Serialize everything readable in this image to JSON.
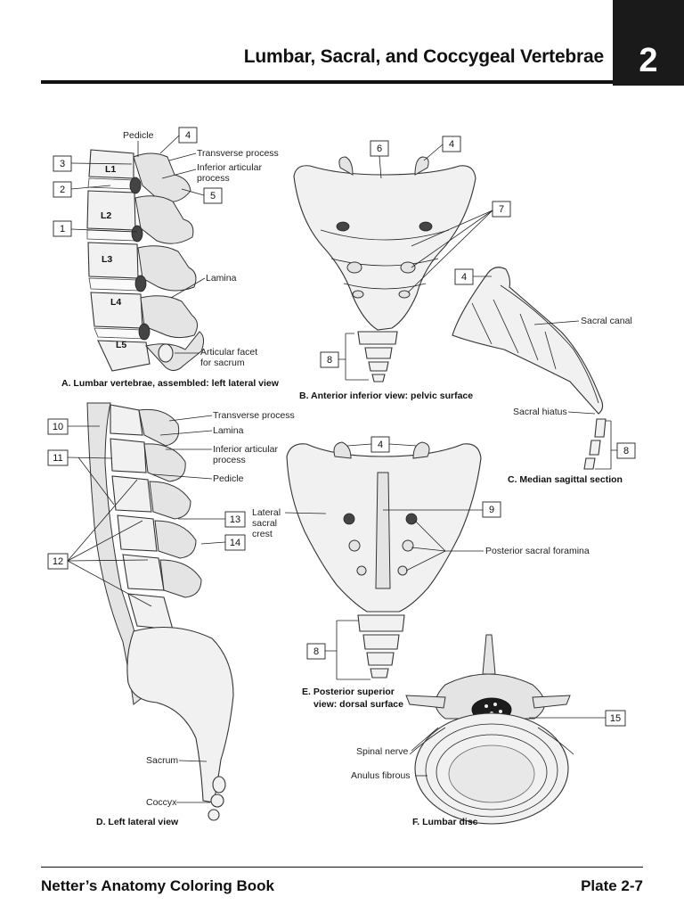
{
  "header": {
    "title": "Lumbar, Sacral, and Coccygeal Vertebrae",
    "chapter": "2"
  },
  "footer": {
    "book": "Netter’s Anatomy Coloring Book",
    "plate": "Plate 2-7"
  },
  "figure_a": {
    "caption": "A. Lumbar vertebrae, assembled: left lateral view",
    "vertebra_labels": [
      "L1",
      "L2",
      "L3",
      "L4",
      "L5"
    ],
    "labels": {
      "pedicle": "Pedicle",
      "transverse_process": "Transverse process",
      "inferior_articular_1": "Inferior articular",
      "inferior_articular_2": "process",
      "lamina": "Lamina",
      "articular_facet_1": "Articular facet",
      "articular_facet_2": "for sacrum"
    },
    "numbers": [
      "4",
      "3",
      "2",
      "5",
      "1"
    ]
  },
  "figure_b": {
    "caption": "B. Anterior inferior view: pelvic surface",
    "numbers": [
      "6",
      "4",
      "7",
      "8"
    ]
  },
  "figure_c": {
    "caption": "C. Median sagittal section",
    "labels": {
      "sacral_canal": "Sacral canal",
      "sacral_hiatus": "Sacral hiatus"
    },
    "numbers": [
      "4",
      "8"
    ]
  },
  "figure_d": {
    "caption": "D. Left lateral view",
    "labels": {
      "transverse_process": "Transverse process",
      "lamina": "Lamina",
      "inferior_articular_1": "Inferior articular",
      "inferior_articular_2": "process",
      "pedicle": "Pedicle",
      "sacrum": "Sacrum",
      "coccyx": "Coccyx"
    },
    "numbers": [
      "10",
      "11",
      "12",
      "13",
      "14"
    ]
  },
  "figure_e": {
    "caption_1": "E. Posterior superior",
    "caption_2": "view: dorsal surface",
    "labels": {
      "lateral_sacral_1": "Lateral",
      "lateral_sacral_2": "sacral",
      "lateral_sacral_3": "crest",
      "posterior_sacral_foramina": "Posterior sacral foramina"
    },
    "numbers": [
      "4",
      "9",
      "8"
    ]
  },
  "figure_f": {
    "caption": "F. Lumbar disc",
    "labels": {
      "spinal_nerve": "Spinal nerve",
      "anulus_fibrous": "Anulus fibrous"
    },
    "numbers": [
      "15"
    ]
  }
}
